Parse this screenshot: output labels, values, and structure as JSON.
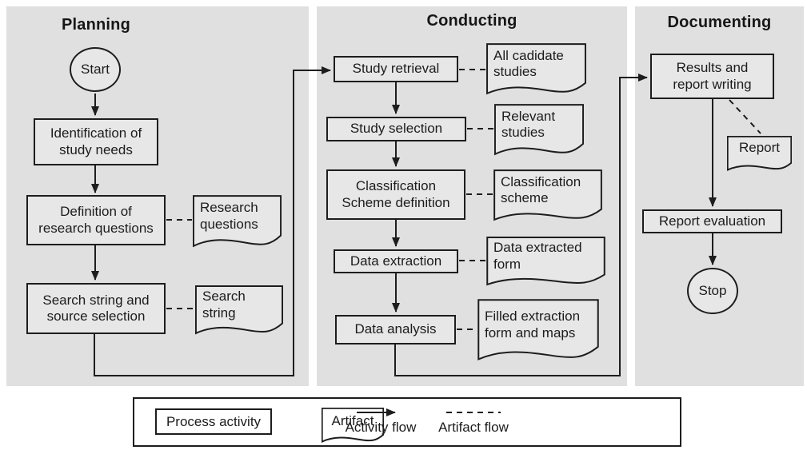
{
  "colors": {
    "panel_bg": "#e0e0e0",
    "shape_fill": "#e7e7e7",
    "line": "#1d1d1d"
  },
  "planning": {
    "title": "Planning",
    "start_label": "Start",
    "identification_box": "Identification of\nstudy needs",
    "definition_box": "Definition of\nresearch questions",
    "search_source_box": "Search string and\nsource selection",
    "research_questions_artifact": "Research\nquestions",
    "search_string_artifact": "Search\nstring"
  },
  "conducting": {
    "title": "Conducting",
    "study_retrieval_box": "Study retrieval",
    "study_selection_box": "Study selection",
    "classification_definition_box": "Classification\nScheme definition",
    "data_extraction_box": "Data extraction",
    "data_analysis_box": "Data analysis",
    "all_candidate_artifact": "All cadidate\nstudies",
    "relevant_studies_artifact": "Relevant\nstudies",
    "classification_scheme_artifact": "Classification\nscheme",
    "data_extracted_artifact": "Data extracted\nform",
    "filled_extraction_artifact": "Filled extraction\nform and maps"
  },
  "documenting": {
    "title": "Documenting",
    "results_box": "Results and\nreport writing",
    "report_artifact": "Report",
    "report_evaluation_box": "Report evaluation",
    "stop_label": "Stop"
  },
  "legend": {
    "process_activity": "Process activity",
    "artifact": "Artifact",
    "activity_flow": "Activity flow",
    "artifact_flow": "Artifact flow"
  }
}
